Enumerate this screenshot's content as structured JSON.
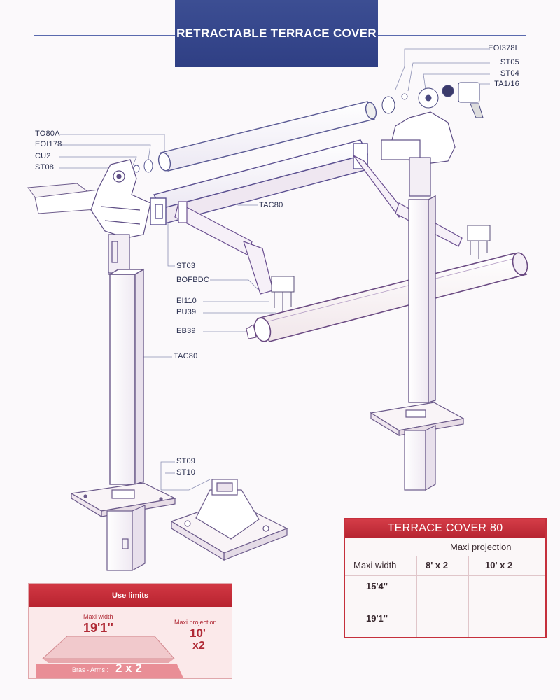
{
  "header": {
    "title": "RETRACTABLE TERRACE COVER"
  },
  "part_labels": {
    "EOI378L": "EOI378L",
    "ST05": "ST05",
    "ST04": "ST04",
    "TA1_16": "TA1/16",
    "TO80A": "TO80A",
    "EOI178": "EOI178",
    "CU2": "CU2",
    "ST08": "ST08",
    "TAC80_top": "TAC80",
    "ST03": "ST03",
    "BOFBDC": "BOFBDC",
    "EI110": "EI110",
    "PU39": "PU39",
    "EB39": "EB39",
    "TAC80_post": "TAC80",
    "ST09": "ST09",
    "ST10": "ST10"
  },
  "table": {
    "title": "TERRACE COVER 80",
    "group_header": "Maxi projection",
    "row_header": "Maxi width",
    "columns": [
      "8' x 2",
      "10' x 2"
    ],
    "rows": [
      "15'4''",
      "19'1''"
    ]
  },
  "use_limits": {
    "title": "Use limits",
    "maxi_width_label": "Maxi width",
    "maxi_width_value": "19'1''",
    "maxi_projection_label": "Maxi projection",
    "maxi_projection_value": "10'",
    "maxi_projection_mult": "x2",
    "arms_label": "Bras - Arms :",
    "arms_value": "2 x 2"
  },
  "colors": {
    "banner": "#34458a",
    "accent_red": "#c5303c",
    "line_blue": "#5a6aae",
    "structure": "#6b5a8a"
  }
}
